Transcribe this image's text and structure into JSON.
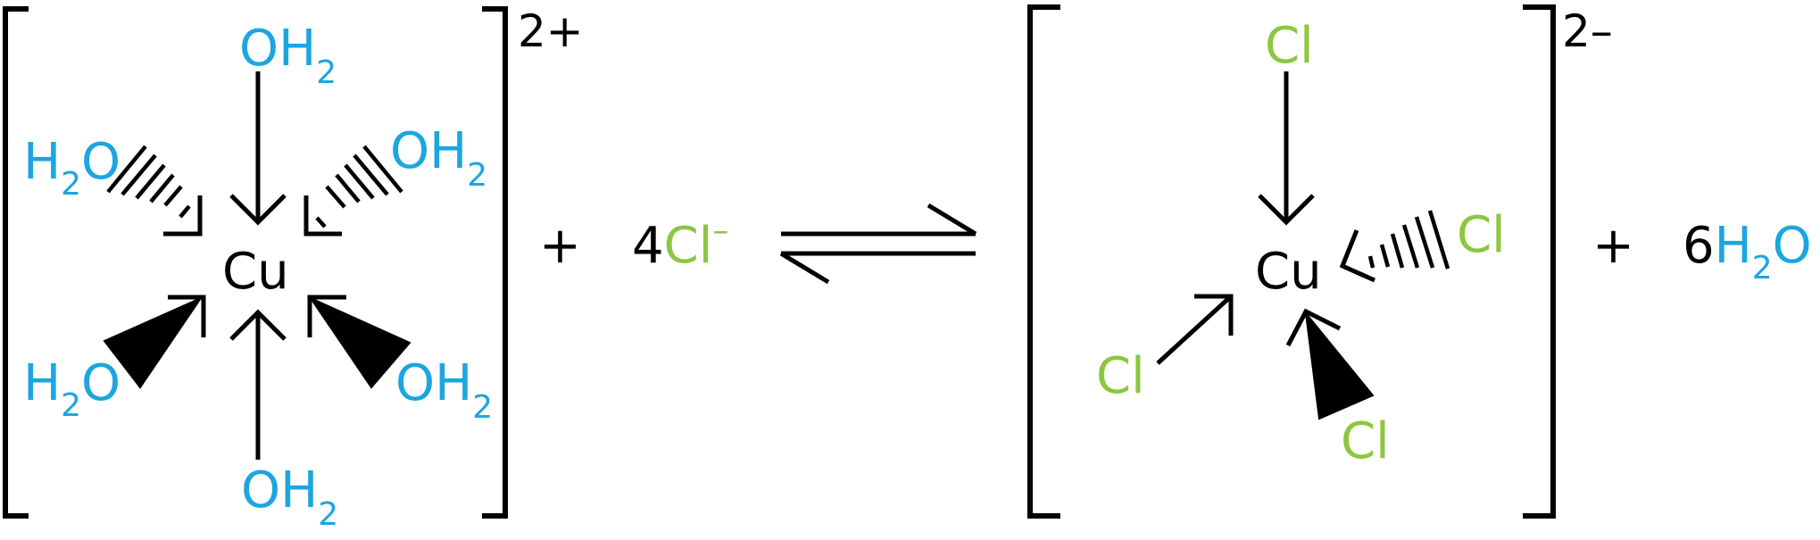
{
  "colors": {
    "water": "#1ba6df",
    "chloride": "#8dc63f",
    "black": "#000000"
  },
  "left_complex": {
    "center": "Cu",
    "charge": "2+",
    "ligand_top": {
      "main": "OH",
      "sub": "2"
    },
    "ligand_bottom": {
      "main": "OH",
      "sub": "2"
    },
    "ligand_upper_left": {
      "pre": "H",
      "sub": "2",
      "post": "O"
    },
    "ligand_upper_right": {
      "main": "OH",
      "sub": "2"
    },
    "ligand_lower_left": {
      "pre": "H",
      "sub": "2",
      "post": "O"
    },
    "ligand_lower_right": {
      "main": "OH",
      "sub": "2"
    }
  },
  "reactant2": {
    "plus": "+",
    "coefficient": "4",
    "ion": "Cl",
    "ion_charge": "–"
  },
  "right_complex": {
    "center": "Cu",
    "charge": "2–",
    "ligand_top": "Cl",
    "ligand_right": "Cl",
    "ligand_lower_left": "Cl",
    "ligand_bottom": "Cl"
  },
  "product2": {
    "plus": "+",
    "coefficient": "6",
    "pre": "H",
    "sub": "2",
    "post": "O"
  }
}
